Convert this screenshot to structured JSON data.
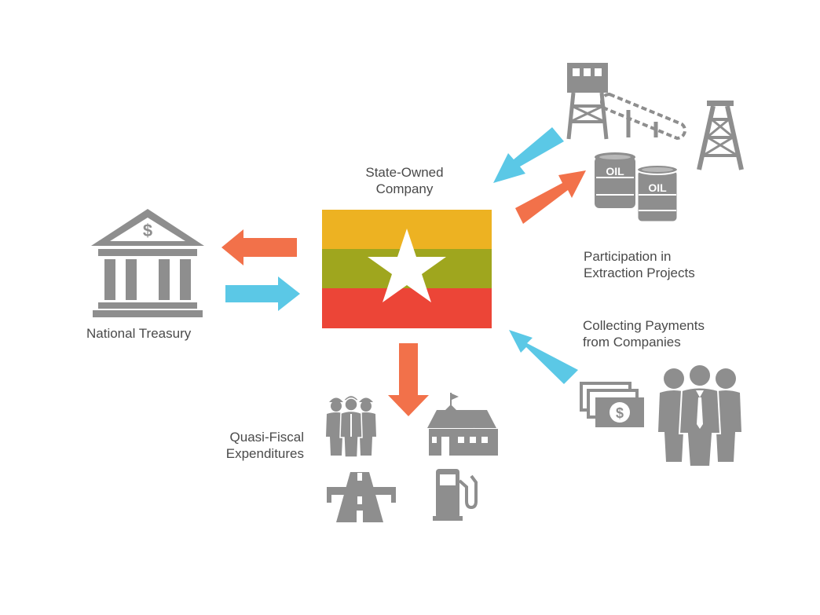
{
  "labels": {
    "soc_line1": "State-Owned",
    "soc_line2": "Company",
    "treasury": "National Treasury",
    "participation_line1": "Participation in",
    "participation_line2": "Extraction Projects",
    "collecting_line1": "Collecting Payments",
    "collecting_line2": "from Companies",
    "quasi_line1": "Quasi-Fiscal",
    "quasi_line2": "Expenditures"
  },
  "icon_text": {
    "oil_barrel_1": "OIL",
    "oil_barrel_2": "OIL",
    "dollar_sign": "$"
  },
  "icons": [
    "bank-icon",
    "mine-conveyor-icon",
    "oil-derrick-icon",
    "oil-barrels-icon",
    "cash-icon",
    "businesspeople-icon",
    "workers-icon",
    "school-icon",
    "road-icon",
    "fuel-pump-icon"
  ],
  "colors": {
    "flag_yellow": "#EDB222",
    "flag_green": "#9FA61E",
    "flag_red": "#EC4537",
    "star": "#FFFFFF",
    "arrow_orange": "#F2714A",
    "arrow_blue": "#5BC8E6",
    "icon_gray": "#8E8E8E",
    "text": "#4A4A4A"
  }
}
